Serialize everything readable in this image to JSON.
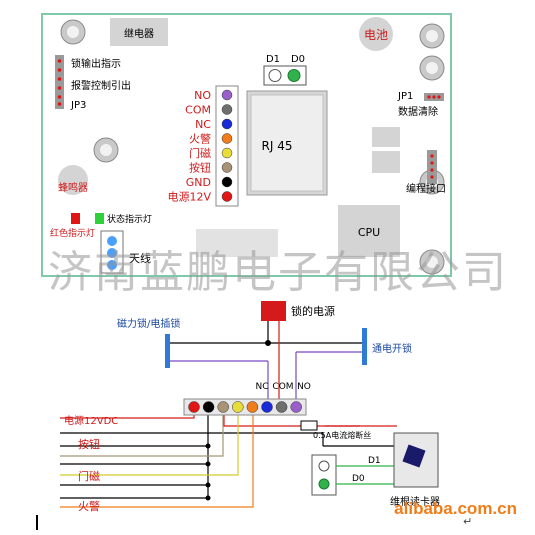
{
  "board": {
    "relay": "继电器",
    "battery": "电池",
    "lock_output": "锁输出指示",
    "alarm_lead": "报警控制引出",
    "jp3": "JP3",
    "d1": "D1",
    "d0": "D0",
    "jp1": "JP1",
    "data_clear": "数据清除",
    "rj45": "RJ 45",
    "program_port": "编程接口",
    "buzzer": "蜂鸣器",
    "cpu": "CPU",
    "status_led": "状态指示灯",
    "red_led": "红色指示灯",
    "antenna": "天线",
    "terminals": [
      {
        "label": "NO",
        "color": "#9a5fc9"
      },
      {
        "label": "COM",
        "color": "#6e6e6e"
      },
      {
        "label": "NC",
        "color": "#1a2ad6"
      },
      {
        "label": "火警",
        "color": "#f07d1a"
      },
      {
        "label": "门磁",
        "color": "#e8dc3a"
      },
      {
        "label": "按钮",
        "color": "#a89377"
      },
      {
        "label": "GND",
        "color": "#000000"
      },
      {
        "label": "电源12V",
        "color": "#e01616"
      }
    ]
  },
  "watermark": "济南蓝鹏电子有限公司",
  "wiring": {
    "lock_power": "锁的电源",
    "mag_lock": "磁力锁/电插锁",
    "power_on_lock": "通电开锁",
    "nc": "NC",
    "com": "COM",
    "no": "NO",
    "power_12vdc": "电源12VDC",
    "button": "按钮",
    "door_sensor": "门磁",
    "fire_alarm": "火警",
    "fuse": "0.5A电流熔断丝",
    "d1": "D1",
    "d0": "D0",
    "reader": "维根读卡器",
    "terminal_colors": [
      "#e01616",
      "#000000",
      "#a89377",
      "#e8dc3a",
      "#f07d1a",
      "#1a2ad6",
      "#6e6e6e",
      "#9a5fc9"
    ]
  },
  "footer": {
    "alibaba": "alibaba.com.cn",
    "return_mark": "↵"
  }
}
